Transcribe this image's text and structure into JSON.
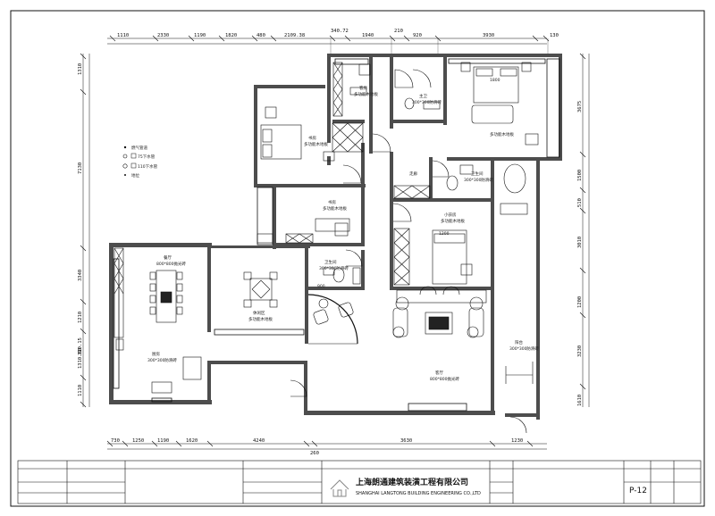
{
  "legend": {
    "items": [
      {
        "symbol": "dot",
        "label": "燃气管道"
      },
      {
        "symbol": "circle-dot",
        "label": "75下水管"
      },
      {
        "symbol": "circle",
        "label": "110下水管"
      },
      {
        "symbol": "dot-small",
        "label": "地位"
      }
    ]
  },
  "dims": {
    "top": [
      "1110",
      "2330",
      "1190",
      "1820",
      "480",
      "2109.38",
      "340.72",
      "1940",
      "210",
      "920",
      "3930",
      "130"
    ],
    "bottom": [
      "730",
      "1250",
      "1190",
      "1620",
      "4240",
      "260",
      "3630",
      "1230"
    ],
    "left": [
      "1310",
      "7130",
      "3340",
      "1210",
      "310.15",
      "1310.80",
      "1110"
    ],
    "right": [
      "3675",
      "1500",
      "510",
      "3010",
      "1200",
      "3230",
      "1610"
    ]
  },
  "rooms": {
    "bedroom_a": [
      "书房",
      "多功能木地板"
    ],
    "bedroom_b": [
      "客房",
      "多功能木地板"
    ],
    "study": [
      "书房",
      "多功能木地板"
    ],
    "master_bath": [
      "主卫",
      "300*300防滑砖"
    ],
    "master_bed": [
      "主卧",
      "多功能木地板"
    ],
    "bathroom2": [
      "卫生间",
      "300*300防滑砖"
    ],
    "corridor": [
      "走廊",
      ""
    ],
    "kids_bed": [
      "小孩房",
      "多功能木地板"
    ],
    "bath3": [
      "卫生间",
      "300*300防滑砖"
    ],
    "dining": [
      "餐厅",
      "800*800抛光砖"
    ],
    "kitchen": [
      "厨房",
      "300*300防滑砖"
    ],
    "tea": [
      "休闲区",
      "多功能木地板"
    ],
    "living": [
      "客厅",
      "800*800抛光砖"
    ],
    "balcony": [
      "阳台",
      "300*300防滑砖"
    ],
    "master_bed_size": "1800",
    "bath3_w": "900",
    "kids_bed_size": "1200"
  },
  "titleblock": {
    "company_cn": "上海朗通建筑装潢工程有限公司",
    "company_en": "SHANGHAI LANGTONG BUILDING ENGINEERING CO.,LTD",
    "sheet_no": "P-12"
  }
}
